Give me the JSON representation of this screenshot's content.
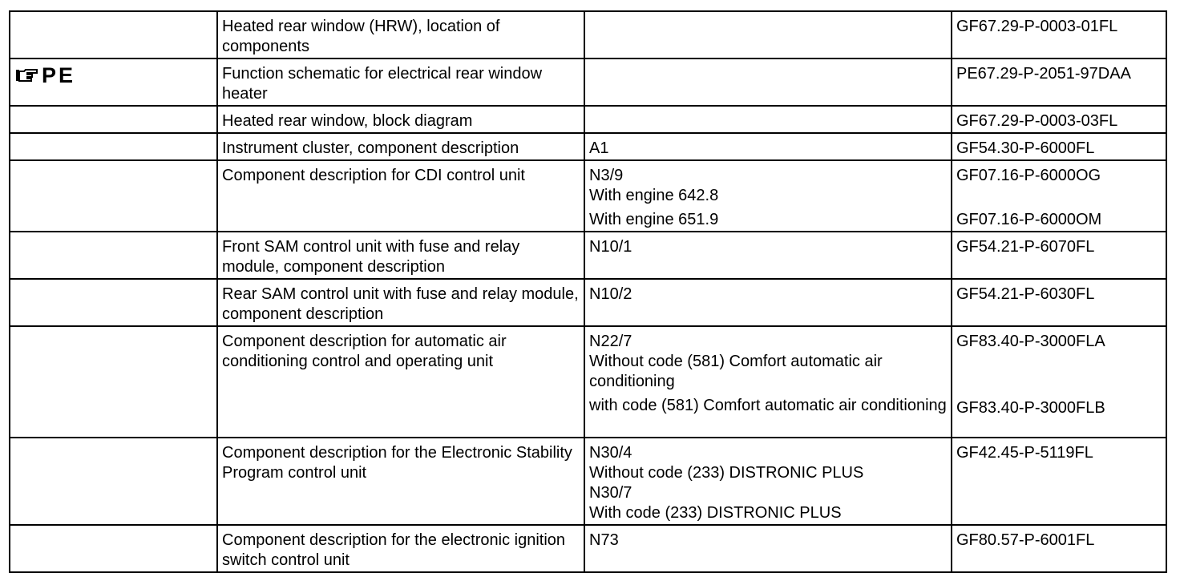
{
  "rows": [
    {
      "marker": "",
      "title": "Heated rear window (HRW), location of components",
      "designations": [],
      "docs": [
        "GF67.29-P-0003-01FL"
      ]
    },
    {
      "marker": "PE",
      "marker_icon": "pointing-hand-icon",
      "title": "Function schematic for electrical rear window heater",
      "designations": [],
      "docs": [
        "PE67.29-P-2051-97DAA"
      ]
    },
    {
      "marker": "",
      "title": "Heated rear window, block diagram",
      "designations": [],
      "docs": [
        "GF67.29-P-0003-03FL"
      ]
    },
    {
      "marker": "",
      "title": "Instrument cluster, component description",
      "designations": [
        "A1"
      ],
      "docs": [
        "GF54.30-P-6000FL"
      ]
    },
    {
      "marker": "",
      "title": "Component description for CDI control unit",
      "designations": [
        "N3/9",
        "With engine 642.8",
        "With engine 651.9"
      ],
      "docs": [
        "GF07.16-P-6000OG",
        "GF07.16-P-6000OM"
      ]
    },
    {
      "marker": "",
      "title": "Front SAM control unit with fuse and relay module, component description",
      "designations": [
        "N10/1"
      ],
      "docs": [
        "GF54.21-P-6070FL"
      ]
    },
    {
      "marker": "",
      "title": "Rear SAM control unit with fuse and relay module, component description",
      "designations": [
        "N10/2"
      ],
      "docs": [
        "GF54.21-P-6030FL"
      ]
    },
    {
      "marker": "",
      "title": "Component description for automatic air conditioning control and operating unit",
      "designations": [
        "N22/7",
        "Without code (581) Comfort automatic air conditioning",
        "with code (581) Comfort automatic air conditioning"
      ],
      "docs": [
        "GF83.40-P-3000FLA",
        "GF83.40-P-3000FLB"
      ]
    },
    {
      "marker": "",
      "title": "Component description for the Electronic Stability Program control unit",
      "designations": [
        "N30/4",
        "Without code (233) DISTRONIC PLUS",
        "N30/7",
        "With code (233) DISTRONIC PLUS"
      ],
      "docs": [
        "GF42.45-P-5119FL"
      ]
    },
    {
      "marker": "",
      "title": "Component description for the electronic ignition switch control unit",
      "designations": [
        "N73"
      ],
      "docs": [
        "GF80.57-P-6001FL"
      ]
    }
  ]
}
